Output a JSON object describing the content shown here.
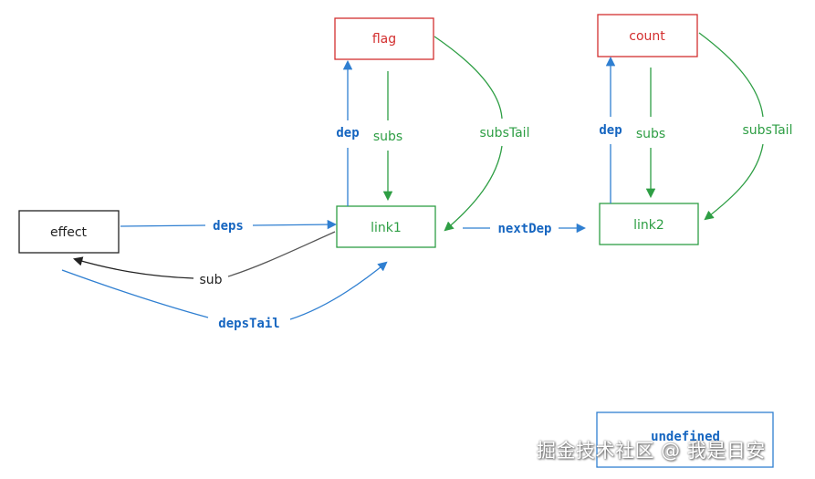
{
  "diagram": {
    "nodes": {
      "effect": "effect",
      "flag": "flag",
      "count": "count",
      "link1": "link1",
      "link2": "link2",
      "undefined": "undefined"
    },
    "edges": {
      "deps": "deps",
      "sub": "sub",
      "deps_tail": "depsTail",
      "dep_1": "dep",
      "subs_1": "subs",
      "subs_tail_1": "subsTail",
      "next_dep": "nextDep",
      "dep_2": "dep",
      "subs_2": "subs",
      "subs_tail_2": "subsTail"
    }
  },
  "colors": {
    "signal_red": "#d32f2f",
    "link_green": "#2e9e44",
    "ref_blue": "#1565c0",
    "black": "#222222"
  },
  "watermark": "掘金技术社区 @ 我是日安"
}
